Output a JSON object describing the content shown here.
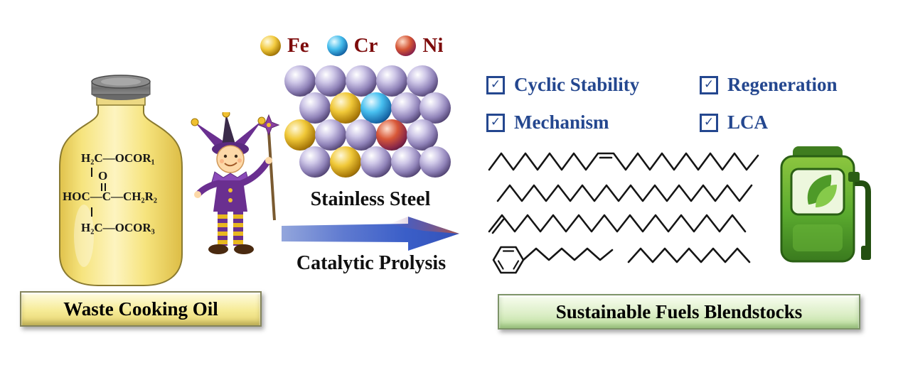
{
  "figure": {
    "legend": {
      "fe": "Fe",
      "cr": "Cr",
      "ni": "Ni"
    },
    "molecule": {
      "row1": "H₂C—OCOR₁",
      "o_label": "O",
      "row2": "HOC—C—CH₂R₂",
      "row3": "H₂C—OCOR₃"
    },
    "process": {
      "top": "Stainless Steel",
      "bottom": "Catalytic Prolysis"
    },
    "checklist": [
      {
        "glyph": "✓",
        "label": "Cyclic Stability"
      },
      {
        "glyph": "✓",
        "label": "Regeneration"
      },
      {
        "glyph": "✓",
        "label": "Mechanism"
      },
      {
        "glyph": "✓",
        "label": "LCA"
      }
    ],
    "banners": {
      "left": "Waste Cooking Oil",
      "right": "Sustainable Fuels Blendstocks"
    },
    "colors": {
      "checklist_text": "#24478f",
      "legend_text": "#7d0b0b",
      "banner_left_bg": "#f6eb96",
      "banner_right_bg": "#ddefc8",
      "arrow_blue": "#3a5ec8",
      "pump_green": "#4e9a28"
    }
  }
}
